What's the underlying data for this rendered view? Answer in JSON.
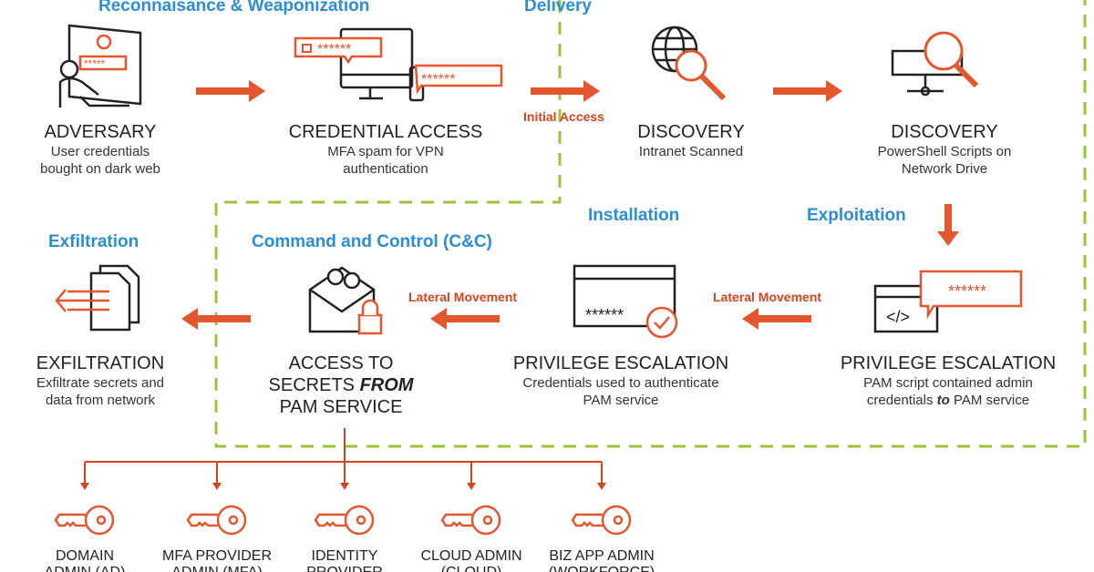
{
  "colors": {
    "accent": "#e4572e",
    "phase": "#2b8ed6",
    "boundary": "#9bc53d",
    "text": "#222222"
  },
  "phases": {
    "recon": "Reconnaisance  & Weaponization",
    "delivery": "Delivery",
    "exploitation": "Exploitation",
    "installation": "Installation",
    "c2": "Command and Control (C&C)",
    "exfiltration": "Exfiltration"
  },
  "nodes": [
    {
      "title": "ADVERSARY",
      "desc": [
        "User credentials",
        "bought on dark web"
      ],
      "icon": "hacker-icon"
    },
    {
      "title": "CREDENTIAL ACCESS",
      "desc": [
        "MFA spam for VPN",
        "authentication"
      ],
      "icon": "monitor-password-icon"
    },
    {
      "title": "DISCOVERY",
      "desc": [
        "Intranet Scanned"
      ],
      "icon": "globe-search-icon"
    },
    {
      "title": "DISCOVERY",
      "desc": [
        "PowerShell Scripts on",
        "Network Drive"
      ],
      "icon": "server-search-icon"
    },
    {
      "title": "PRIVILEGE ESCALATION",
      "desc": [
        "PAM script contained admin",
        "credentials to PAM service"
      ],
      "icon": "code-window-credentials-icon",
      "emph": "to"
    },
    {
      "title": "PRIVILEGE ESCALATION",
      "desc": [
        "Credentials used to authenticate",
        "PAM service"
      ],
      "icon": "window-password-check-icon"
    },
    {
      "title": [
        "ACCESS TO",
        "SECRETS FROM",
        "PAM SERVICE"
      ],
      "icon": "envelope-keys-lock-icon",
      "emph": "FROM"
    },
    {
      "title": "EXFILTRATION",
      "desc": [
        "Exfiltrate secrets and",
        "data from network"
      ],
      "icon": "documents-out-icon"
    }
  ],
  "edges": {
    "initial_access": "Initial Access",
    "lateral1": "Lateral Movement",
    "lateral2": "Lateral Movement"
  },
  "keys": [
    {
      "line1": "DOMAIN",
      "line2": "ADMIN (AD)"
    },
    {
      "line1": "MFA PROVIDER",
      "line2": "ADMIN (MFA)"
    },
    {
      "line1": "IDENTITY",
      "line2": "PROVIDER"
    },
    {
      "line1": "CLOUD ADMIN",
      "line2": "(CLOUD)"
    },
    {
      "line1": "BIZ APP ADMIN",
      "line2": "(WORKFORCE)"
    }
  ]
}
